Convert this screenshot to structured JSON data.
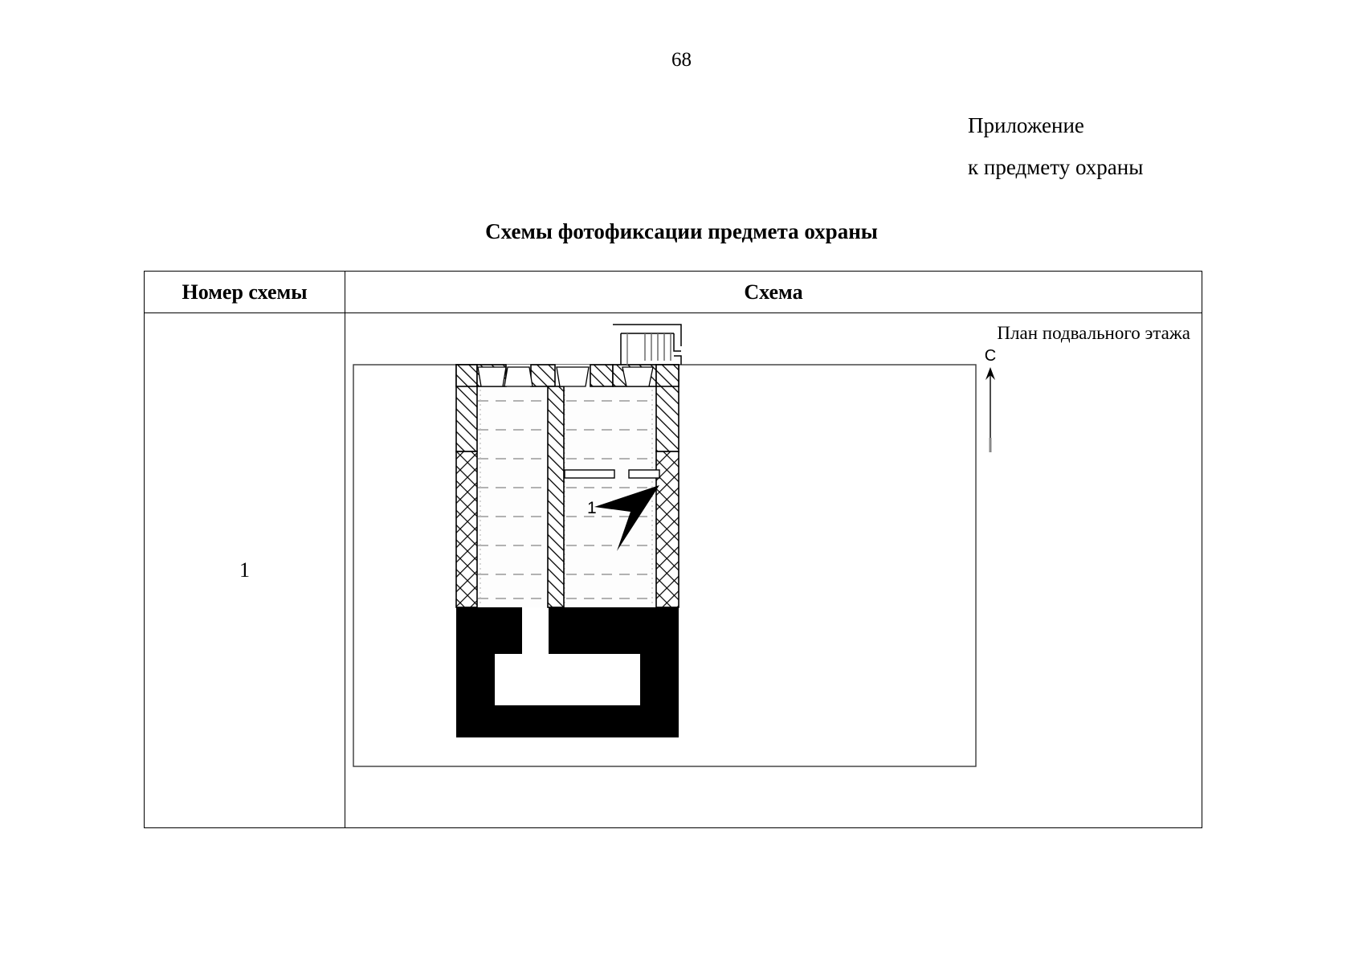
{
  "page": {
    "number": "68"
  },
  "appendix": {
    "line1": "Приложение",
    "line2": "к предмету охраны"
  },
  "document": {
    "title": "Схемы фотофиксации предмета охраны"
  },
  "table": {
    "headers": {
      "number": "Номер схемы",
      "schema": "Схема"
    },
    "rows": [
      {
        "number": "1",
        "plan_caption": "План подвального этажа",
        "north_label": "С",
        "viewpoint_label": "1"
      }
    ]
  },
  "icons": {
    "north_arrow": "north-arrow-icon",
    "viewpoint_arrow": "camera-viewpoint-arrow-icon"
  },
  "colors": {
    "ink": "#000000",
    "paper": "#ffffff",
    "thin_line": "#4d4d4d",
    "dashed_grid": "#9a9a9a",
    "solid_wall": "#000000"
  }
}
